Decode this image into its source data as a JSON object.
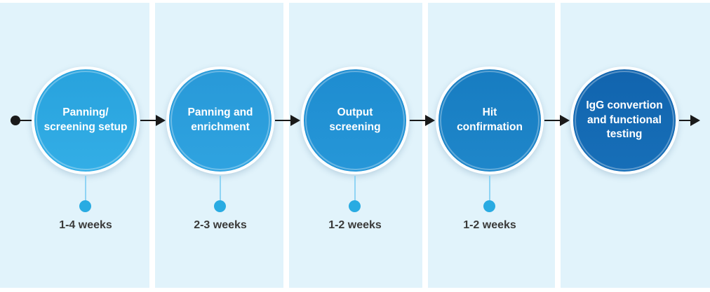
{
  "page": {
    "background_color": "#ffffff",
    "panel_color": "#e1f3fb"
  },
  "timeline": {
    "connector_color": "#1a1a1a",
    "stem_color": "#8fd4f4",
    "stem_dot_color": "#29abe2",
    "duration_text_color": "#3a3a39",
    "steps": [
      {
        "label": "Panning/\nscreening setup",
        "duration": "1-4 weeks",
        "circle_color_top": "#28a2dd",
        "circle_color_bottom": "#33aee6"
      },
      {
        "label": "Panning and\nenrichment",
        "duration": "2-3 weeks",
        "circle_color_top": "#2899d8",
        "circle_color_bottom": "#2fa3e0"
      },
      {
        "label": "Output\nscreening",
        "duration": "1-2 weeks",
        "circle_color_top": "#1e8cd0",
        "circle_color_bottom": "#2697d8"
      },
      {
        "label": "Hit\nconfirmation",
        "duration": "1-2 weeks",
        "circle_color_top": "#177cc1",
        "circle_color_bottom": "#1f87ca"
      },
      {
        "label": "IgG convertion\nand functional\ntesting",
        "duration": "",
        "circle_color_top": "#1164ae",
        "circle_color_bottom": "#176fb8"
      }
    ]
  }
}
